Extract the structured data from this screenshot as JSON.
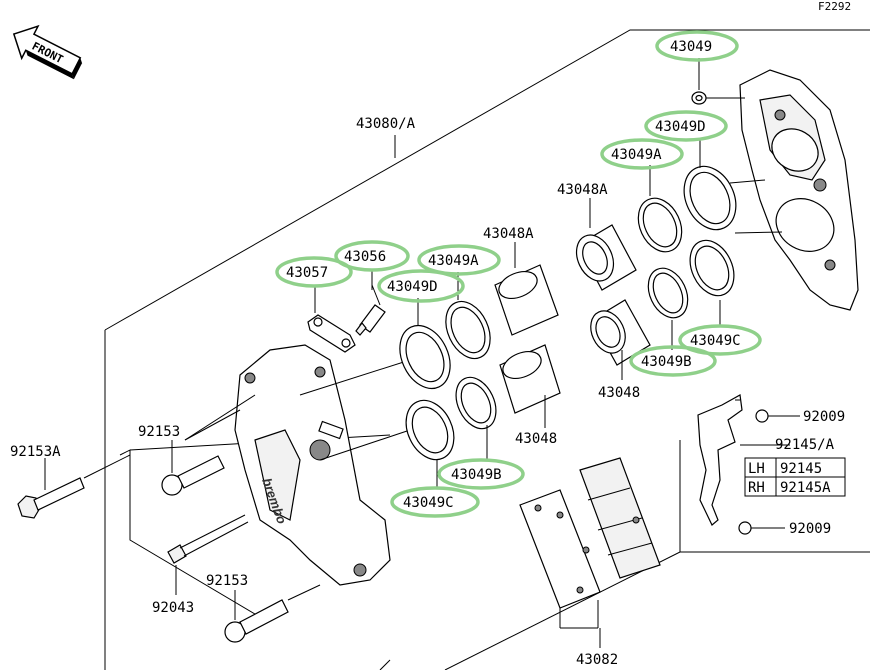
{
  "figure_id": "F2292",
  "front_label": "FRONT",
  "table": {
    "rows": [
      {
        "side": "LH",
        "part": "92145"
      },
      {
        "side": "RH",
        "part": "92145A"
      }
    ]
  },
  "callouts": {
    "c43049_top": "43049",
    "c43049D_right": "43049D",
    "c43049A_right": "43049A",
    "c43048A_right": "43048A",
    "c43080A": "43080/A",
    "c43048A_left": "43048A",
    "c43049A_left": "43049A",
    "c43056": "43056",
    "c43057": "43057",
    "c43049D_left": "43049D",
    "c43048_right": "43048",
    "c43049C_right": "43049C",
    "c43049B_right": "43049B",
    "c43048_left": "43048",
    "c43049B_left": "43049B",
    "c43049C_left": "43049C",
    "c92153A": "92153A",
    "c92153_a": "92153",
    "c92153_b": "92153",
    "c92043": "92043",
    "c43082": "43082",
    "c92009_top": "92009",
    "c92145A": "92145/A",
    "c92009_bottom": "92009"
  },
  "highlight_color": "#8fd08a"
}
